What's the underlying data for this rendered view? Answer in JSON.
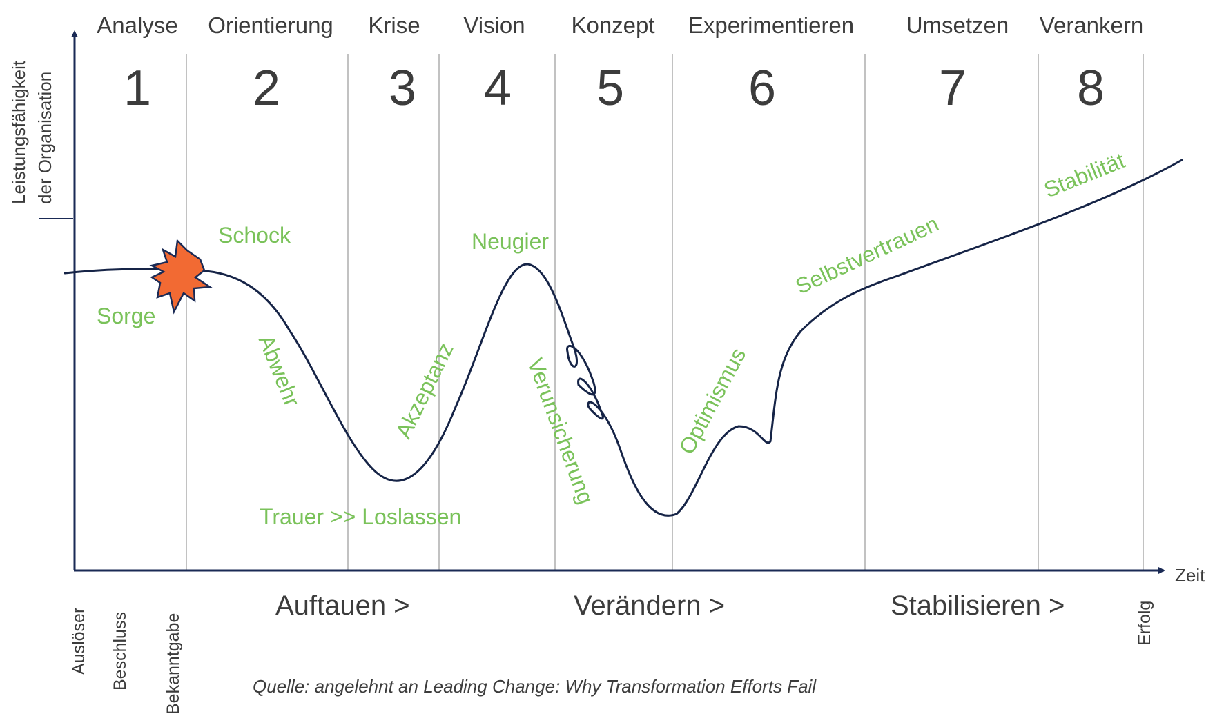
{
  "phases": [
    {
      "name": "Analyse",
      "number": "1"
    },
    {
      "name": "Orientierung",
      "number": "2"
    },
    {
      "name": "Krise",
      "number": "3"
    },
    {
      "name": "Vision",
      "number": "4"
    },
    {
      "name": "Konzept",
      "number": "5"
    },
    {
      "name": "Experimentieren",
      "number": "6"
    },
    {
      "name": "Umsetzen",
      "number": "7"
    },
    {
      "name": "Verankern",
      "number": "8"
    }
  ],
  "emotions": {
    "sorge": "Sorge",
    "schock": "Schock",
    "abwehr": "Abwehr",
    "trauer": "Trauer >> Loslassen",
    "akzeptanz": "Akzeptanz",
    "neugier": "Neugier",
    "verunsicherung": "Verunsicherung",
    "optimismus": "Optimismus",
    "selbstvertrauen": "Selbstvertrauen",
    "stabilitaet": "Stabilität"
  },
  "axes": {
    "y_label_line1": "Leistungsfähigkeit",
    "y_label_line2": "der Organisation",
    "x_label": "Zeit"
  },
  "x_ticks": {
    "ausloeser": "Auslöser",
    "beschluss": "Beschluss",
    "bekanntgabe": "Bekanntgabe",
    "erfolg": "Erfolg"
  },
  "stages": {
    "auftauen": "Auftauen >",
    "veraendern": "Verändern >",
    "stabilisieren": "Stabilisieren >"
  },
  "source": "Quelle: angelehnt an Leading Change: Why Transformation Efforts Fail",
  "colors": {
    "axis": "#1a2a55",
    "curve": "#162447",
    "emotion_text": "#7ac25a",
    "divider": "#a8a8a8",
    "shock_fill": "#f26a33",
    "shock_stroke": "#1a2a55"
  }
}
